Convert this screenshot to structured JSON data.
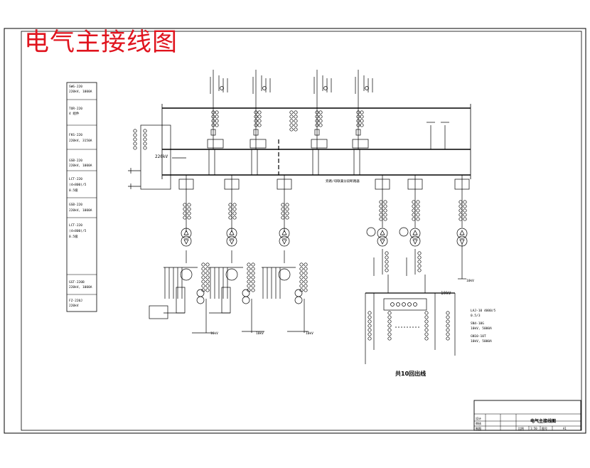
{
  "title": "电气主接线图",
  "side_table": [
    {
      "line1": "SWG-220",
      "line2": "220kV, 1000A"
    },
    {
      "line1": "TOR-220",
      "line2": "4 组件"
    },
    {
      "line1": "FKS-220",
      "line2": "220kV, 3150A"
    },
    {
      "line1": "GSB-220",
      "line2": "220kV, 1000A"
    },
    {
      "line1": "LCT-220",
      "line2": "(4×800)/5",
      "line3": "0.5级"
    },
    {
      "line1": "GSB-220",
      "line2": "220kV, 1000A"
    },
    {
      "line1": "LCT-220",
      "line2": "(4×800)/5",
      "line3": "0.5级"
    },
    {
      "line1": "GST-220B",
      "line2": "220kV, 1000A"
    },
    {
      "line1": "FZ-220J",
      "line2": "220kV"
    }
  ],
  "bus_label_220": "220kV",
  "bus_tie_note": "旁路/母联兼分段断路器",
  "voltage_labels": {
    "v10_left1": "10kV",
    "v10_left2": "10kV",
    "v10_left3": "10kV",
    "v10_main": "10kV",
    "v10_bottom_right": "10kV"
  },
  "switchgear_note": [
    "LAJ-10 4000/5",
    "0.5/3",
    "SN4-10G",
    "10kV, 5000A",
    "GN10-10T",
    "10kV, 5000A"
  ],
  "feeder_note": "共10回出线",
  "title_block": {
    "drawing_name": "电气主接线图",
    "row_labels": [
      "设计",
      "审核",
      "制图"
    ],
    "scale_label": "比例",
    "scale_value": "1:50",
    "sheet_label": "图号",
    "sheet_value": "A1"
  },
  "colors": {
    "title": "#e0141e",
    "line": "#000000"
  }
}
